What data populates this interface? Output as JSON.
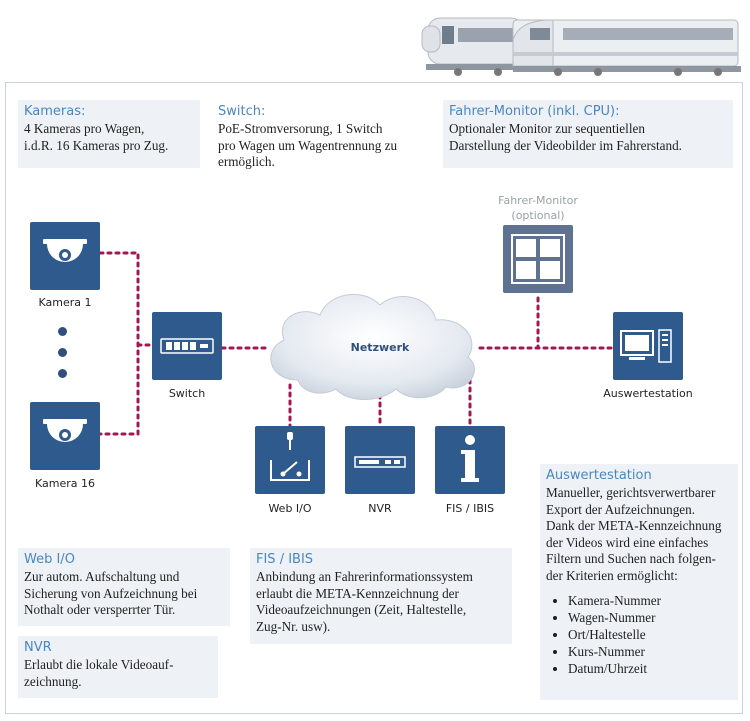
{
  "info": {
    "kameras": {
      "title": "Kameras:",
      "text": "4 Kameras pro Wagen,\ni.d.R. 16 Kameras pro Zug."
    },
    "switch": {
      "title": "Switch:",
      "text": "PoE-Stromversorung, 1 Switch\npro Wagen um Wagentrennung zu\nermöglich."
    },
    "fahrer": {
      "title": "Fahrer-Monitor (inkl. CPU):",
      "text": "Optionaler Monitor zur sequentiellen\nDarstellung der Videobilder im Fahrerstand."
    },
    "webio": {
      "title": "Web I/O",
      "text": "Zur autom. Aufschaltung und\nSicherung von Aufzeichnung bei\nNothalt oder versperrter Tür."
    },
    "nvr": {
      "title": "NVR",
      "text": "Erlaubt die lokale Videoauf-\nzeichnung."
    },
    "fis": {
      "title": "FIS / IBIS",
      "text": "Anbindung an Fahrerinformationssystem\nerlaubt die META-Kennzeichnung der\nVideoaufzeichnungen (Zeit, Haltestelle,\nZug-Nr. usw)."
    },
    "auswerte": {
      "title": "Auswertestation",
      "text": "Manueller, gerichtsverwertbarer\nExport der Aufzeichnungen.\nDank der META-Kennzeichnung\nder Videos wird eine einfaches\nFiltern und Suchen nach folgen-\nder Kriterien ermöglicht:",
      "criteria": [
        "Kamera-Nummer",
        "Wagen-Nummer",
        "Ort/Haltestelle",
        "Kurs-Nummer",
        "Datum/Uhrzeit"
      ]
    }
  },
  "nodes": {
    "kamera1": "Kamera 1",
    "kamera16": "Kamera 16",
    "switch": "Switch",
    "netzwerk": "Netzwerk",
    "fahrer_monitor": "Fahrer-Monitor",
    "fahrer_optional": "(optional)",
    "auswertestation": "Auswertestation",
    "webio": "Web I/O",
    "nvr": "NVR",
    "fis": "FIS / IBIS"
  },
  "colors": {
    "node": "#2f5a8e",
    "node_optional": "#5f7292",
    "link": "#a3164f",
    "heading": "#4a86c2",
    "panel": "#eef2f7"
  }
}
